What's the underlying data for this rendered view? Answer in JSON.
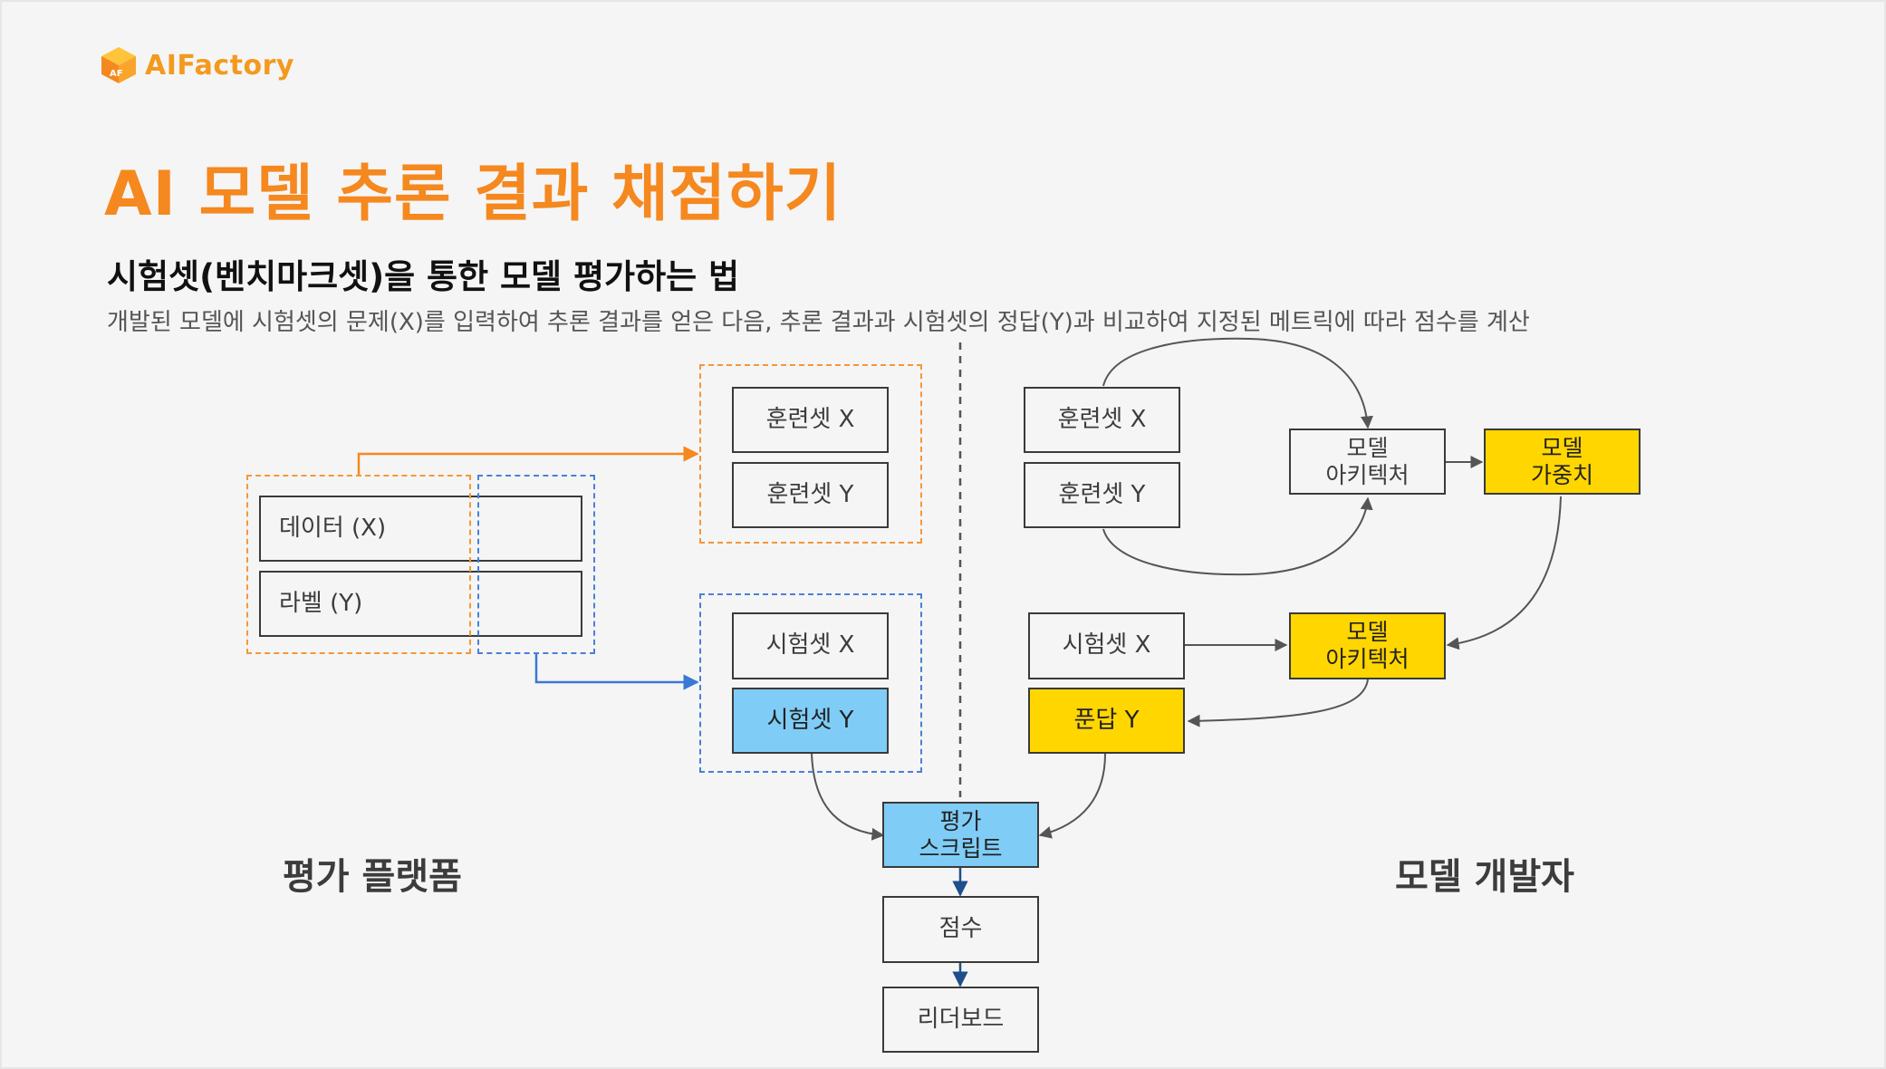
{
  "header": {
    "logo_text": "AIFactory",
    "logo_badge": "AF",
    "title": "AI 모델 추론 결과 채점하기",
    "subtitle": "시험셋(벤치마크셋)을 통한 모델 평가하는 법",
    "description": "개발된 모델에 시험셋의 문제(X)를 입력하여 추론 결과를 얻은 다음, 추론 결과과 시험셋의 정답(Y)과 비교하여 지정된 메트릭에 따라 점수를 계산"
  },
  "platform": {
    "label": "평가 플랫폼",
    "data_x": "데이터 (X)",
    "label_y": "라벨 (Y)",
    "train_x": "훈련셋 X",
    "train_y": "훈련셋 Y",
    "test_x": "시험셋 X",
    "test_y": "시험셋 Y"
  },
  "developer": {
    "label": "모델 개발자",
    "train_x": "훈련셋 X",
    "train_y": "훈련셋 Y",
    "architecture_top": "모델\n아키텍처",
    "weights": "모델\n가중치",
    "test_x": "시험셋 X",
    "architecture_bottom": "모델\n아키텍처",
    "prediction_y": "푼답 Y"
  },
  "pipeline": {
    "eval_script": "평가\n스크립트",
    "score": "점수",
    "leaderboard": "리더보드"
  },
  "colors": {
    "accent_orange": "#f5881f",
    "highlight_yellow": "#ffd600",
    "highlight_blue": "#7fcdf7",
    "dash_orange": "#f5973a",
    "dash_blue": "#4a80d8"
  }
}
